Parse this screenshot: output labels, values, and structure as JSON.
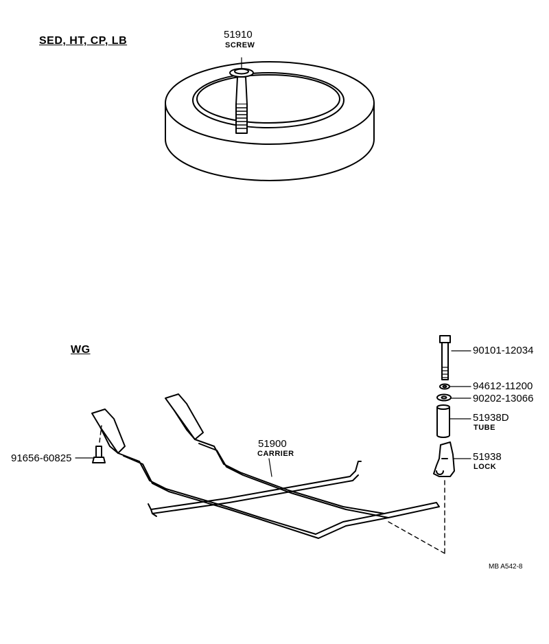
{
  "sections": {
    "top": "SED, HT, CP, LB",
    "bottom": "WG"
  },
  "parts": {
    "screw": {
      "number": "51910",
      "name": "SCREW"
    },
    "bolt": {
      "number": "90101-12034"
    },
    "washer_a": {
      "number": "94612-11200"
    },
    "washer_b": {
      "number": "90202-13066"
    },
    "tube": {
      "number": "51938D",
      "name": "TUBE"
    },
    "lock": {
      "number": "51938",
      "name": "LOCK"
    },
    "carrier": {
      "number": "51900",
      "name": "CARRIER"
    },
    "side_bolt": {
      "number": "91656-60825"
    }
  },
  "reference_code": "MB  A542-8",
  "colors": {
    "ink": "#000000",
    "paper": "#ffffff"
  },
  "icons": [
    "spare-tire-icon",
    "screw-icon",
    "bolt-icon",
    "washer-icon",
    "tube-icon",
    "lock-icon",
    "carrier-icon"
  ]
}
